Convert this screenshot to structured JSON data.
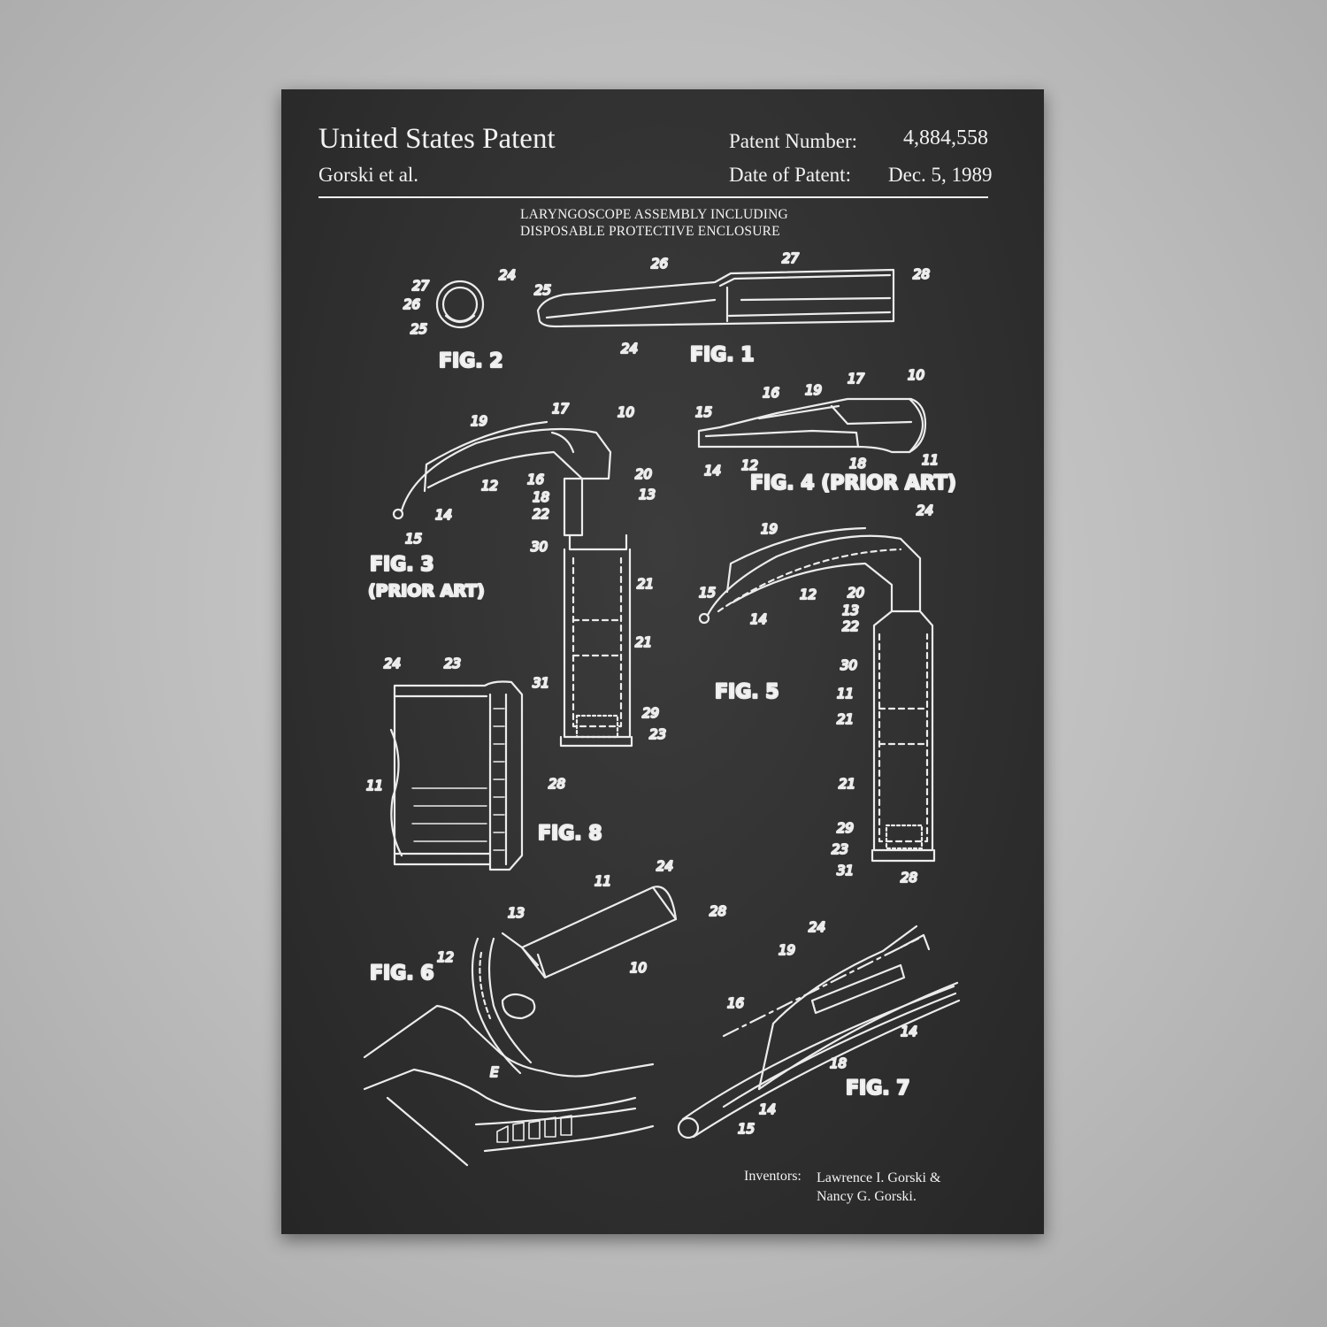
{
  "header": {
    "title": "United States Patent",
    "assignee": "Gorski et al.",
    "patent_number_label": "Patent Number:",
    "patent_number": "4,884,558",
    "date_label": "Date of Patent:",
    "date": "Dec. 5, 1989"
  },
  "invention_title": {
    "line1": "LARYNGOSCOPE ASSEMBLY INCLUDING",
    "line2": "DISPOSABLE PROTECTIVE ENCLOSURE"
  },
  "figures": {
    "fig1": "FIG. 1",
    "fig2": "FIG. 2",
    "fig3": "FIG. 3",
    "fig3_note": "(PRIOR ART)",
    "fig4": "FIG. 4 (PRIOR ART)",
    "fig5": "FIG. 5",
    "fig6": "FIG. 6",
    "fig7": "FIG. 7",
    "fig8": "FIG. 8"
  },
  "refs": {
    "fig1": [
      "26",
      "27",
      "28",
      "25",
      "24"
    ],
    "fig2": [
      "27",
      "24",
      "26",
      "25"
    ],
    "fig3": [
      "19",
      "17",
      "10",
      "20",
      "13",
      "12",
      "16",
      "18",
      "22",
      "14",
      "15",
      "30",
      "21",
      "21",
      "29",
      "23"
    ],
    "fig4": [
      "16",
      "19",
      "17",
      "10",
      "15",
      "14",
      "12",
      "18",
      "11"
    ],
    "fig5": [
      "19",
      "24",
      "15",
      "12",
      "20",
      "13",
      "22",
      "14",
      "30",
      "11",
      "21",
      "21",
      "29",
      "23",
      "31",
      "28"
    ],
    "fig6": [
      "11",
      "24",
      "13",
      "28",
      "12",
      "10",
      "E"
    ],
    "fig7": [
      "24",
      "19",
      "16",
      "14",
      "18",
      "14",
      "15"
    ],
    "fig8": [
      "24",
      "23",
      "31",
      "11",
      "28"
    ]
  },
  "inventors": {
    "label": "Inventors:",
    "line1": "Lawrence I. Gorski &",
    "line2": "Nancy G. Gorski."
  }
}
